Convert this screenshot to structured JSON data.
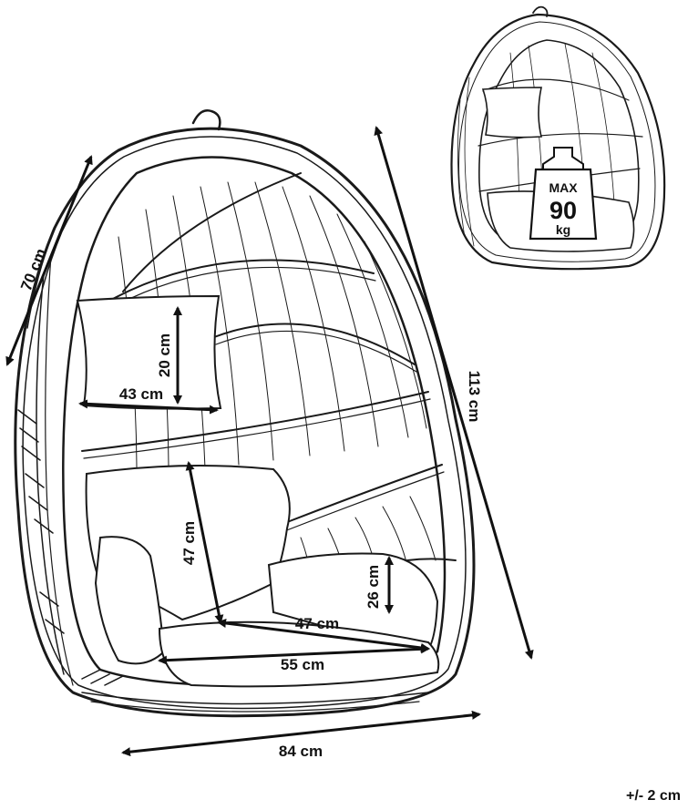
{
  "dimensions": {
    "depth": "70 cm",
    "height": "113 cm",
    "pillow_height": "20 cm",
    "pillow_width": "43 cm",
    "backrest_height": "47 cm",
    "seat_depth": "47 cm",
    "armrest_height": "26 cm",
    "seat_width": "55 cm",
    "width": "84 cm"
  },
  "max_load": {
    "top": "MAX",
    "value": "90",
    "unit": "kg"
  },
  "tolerance": "+/- 2 cm",
  "colors": {
    "line": "#1a1a1a",
    "background": "#ffffff"
  }
}
